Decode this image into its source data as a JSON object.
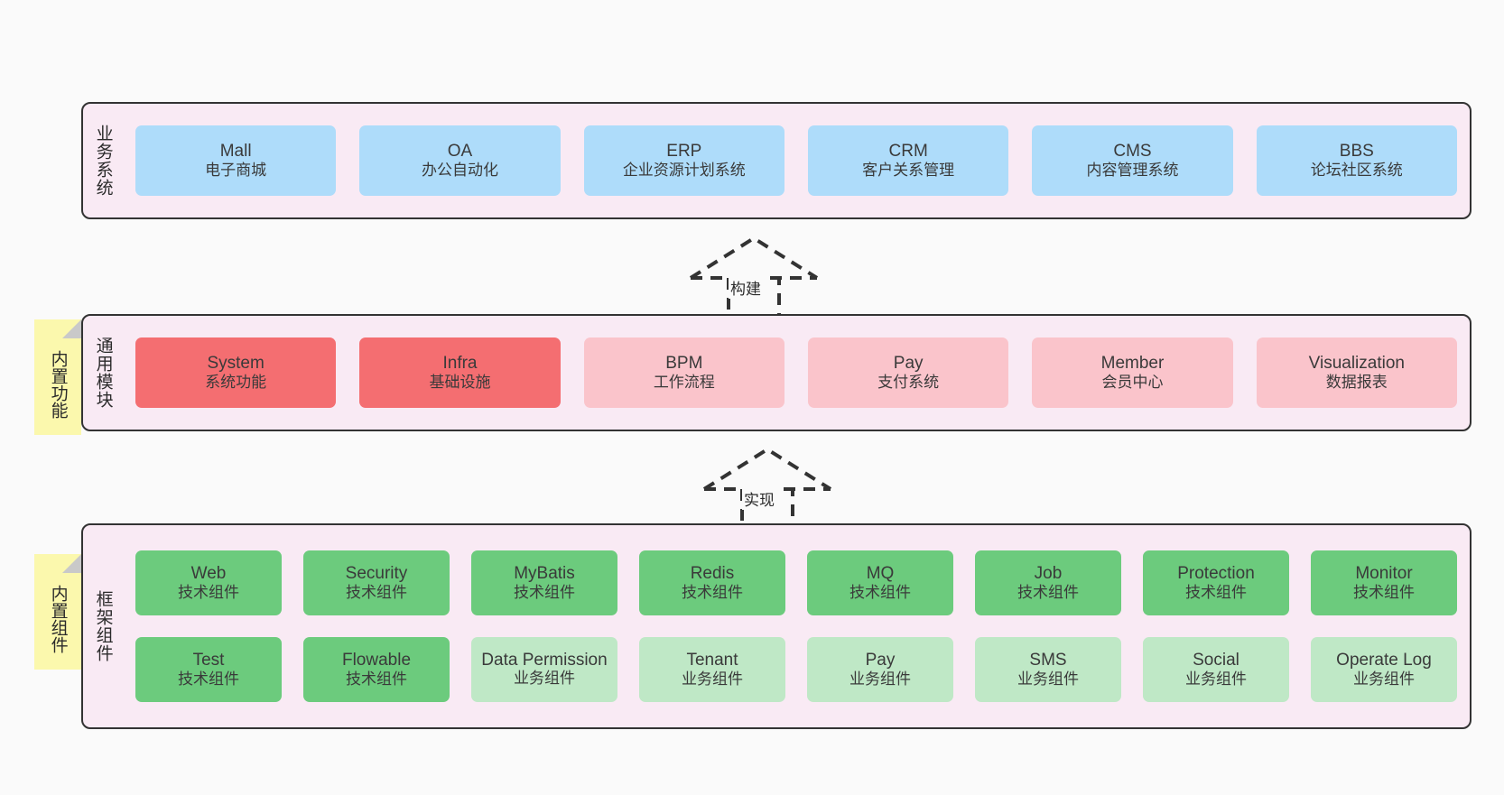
{
  "diagram": {
    "background": "#fafafa",
    "layer_fill": "#f9eaf4",
    "layer_stroke": "#333333",
    "note_fill": "#fbf8ad",
    "colors": {
      "business": "#aedcfa",
      "module_primary": "#f46e71",
      "module_secondary": "#fac4cb",
      "tech_component": "#6ccb7d",
      "biz_component": "#bfe8c6"
    }
  },
  "layers": {
    "business": {
      "title": "业务系统",
      "items": [
        {
          "name": "Mall",
          "desc": "电子商城"
        },
        {
          "name": "OA",
          "desc": "办公自动化"
        },
        {
          "name": "ERP",
          "desc": "企业资源计划系统"
        },
        {
          "name": "CRM",
          "desc": "客户关系管理"
        },
        {
          "name": "CMS",
          "desc": "内容管理系统"
        },
        {
          "name": "BBS",
          "desc": "论坛社区系统"
        }
      ]
    },
    "modules": {
      "title": "通用模块",
      "note": "内置功能",
      "items": [
        {
          "name": "System",
          "desc": "系统功能",
          "style": "primary"
        },
        {
          "name": "Infra",
          "desc": "基础设施",
          "style": "primary"
        },
        {
          "name": "BPM",
          "desc": "工作流程",
          "style": "secondary"
        },
        {
          "name": "Pay",
          "desc": "支付系统",
          "style": "secondary"
        },
        {
          "name": "Member",
          "desc": "会员中心",
          "style": "secondary"
        },
        {
          "name": "Visualization",
          "desc": "数据报表",
          "style": "secondary"
        }
      ]
    },
    "framework": {
      "title": "框架组件",
      "note": "内置组件",
      "row1": [
        {
          "name": "Web",
          "desc": "技术组件",
          "style": "tech"
        },
        {
          "name": "Security",
          "desc": "技术组件",
          "style": "tech"
        },
        {
          "name": "MyBatis",
          "desc": "技术组件",
          "style": "tech"
        },
        {
          "name": "Redis",
          "desc": "技术组件",
          "style": "tech"
        },
        {
          "name": "MQ",
          "desc": "技术组件",
          "style": "tech"
        },
        {
          "name": "Job",
          "desc": "技术组件",
          "style": "tech"
        },
        {
          "name": "Protection",
          "desc": "技术组件",
          "style": "tech"
        },
        {
          "name": "Monitor",
          "desc": "技术组件",
          "style": "tech"
        }
      ],
      "row2": [
        {
          "name": "Test",
          "desc": "技术组件",
          "style": "tech"
        },
        {
          "name": "Flowable",
          "desc": "技术组件",
          "style": "tech"
        },
        {
          "name": "Data Permission",
          "desc": "业务组件",
          "style": "biz"
        },
        {
          "name": "Tenant",
          "desc": "业务组件",
          "style": "biz"
        },
        {
          "name": "Pay",
          "desc": "业务组件",
          "style": "biz"
        },
        {
          "name": "SMS",
          "desc": "业务组件",
          "style": "biz"
        },
        {
          "name": "Social",
          "desc": "业务组件",
          "style": "biz"
        },
        {
          "name": "Operate Log",
          "desc": "业务组件",
          "style": "biz"
        }
      ]
    }
  },
  "connectors": [
    {
      "label": "构建",
      "from": "modules",
      "to": "business"
    },
    {
      "label": "实现",
      "from": "framework",
      "to": "modules"
    }
  ]
}
